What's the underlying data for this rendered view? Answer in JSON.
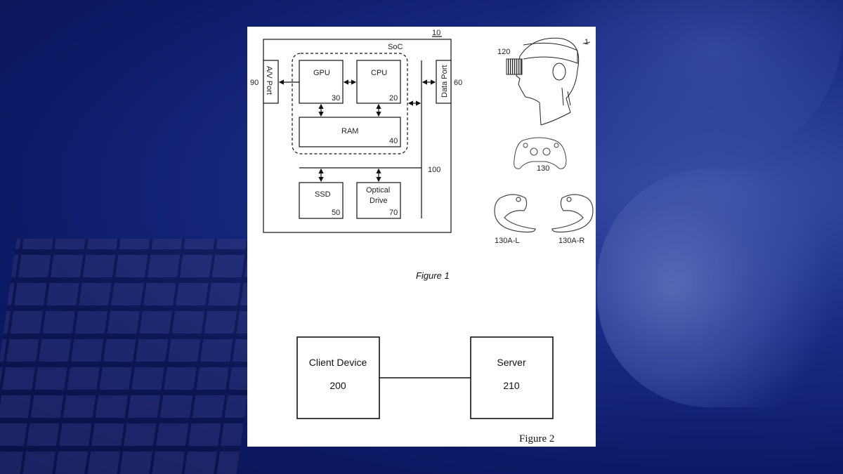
{
  "figure1": {
    "ref_system": "10",
    "soc_label": "SoC",
    "gpu": {
      "label": "GPU",
      "ref": "30"
    },
    "cpu": {
      "label": "CPU",
      "ref": "20"
    },
    "ram": {
      "label": "RAM",
      "ref": "40"
    },
    "ssd": {
      "label": "SSD",
      "ref": "50"
    },
    "optical": {
      "label_line1": "Optical",
      "label_line2": "Drive",
      "ref": "70"
    },
    "av_port": {
      "label": "A/V Port",
      "ref": "90"
    },
    "data_port": {
      "label": "Data Port",
      "ref": "60"
    },
    "bus_ref": "100",
    "hmd_ref": "120",
    "user_ref": "1",
    "controller_ref": "130",
    "controller_left_ref": "130A-L",
    "controller_right_ref": "130A-R",
    "caption": "Figure 1"
  },
  "figure2": {
    "client": {
      "label": "Client Device",
      "ref": "200"
    },
    "server": {
      "label": "Server",
      "ref": "210"
    },
    "caption": "Figure 2"
  }
}
